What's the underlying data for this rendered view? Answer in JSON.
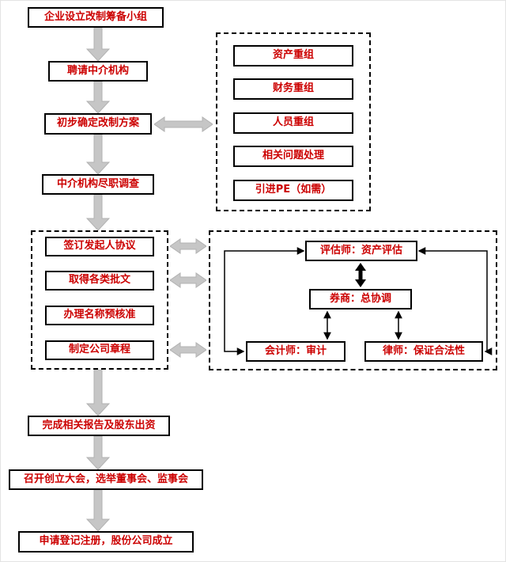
{
  "colors": {
    "text_red": "#cc0000",
    "arrow_gray": "#c6c6c6",
    "line_black": "#000000"
  },
  "main_flow": {
    "step1": "企业设立改制筹备小组",
    "step2": "聘请中介机构",
    "step3": "初步确定改制方案",
    "step4": "中介机构尽职调查",
    "step5": "完成相关报告及股东出资",
    "step6": "召开创立大会，选举董事会、监事会",
    "step7": "申请登记注册，股份公司成立"
  },
  "preparation_group": {
    "items": [
      "签订发起人协议",
      "取得各类批文",
      "办理名称预核准",
      "制定公司章程"
    ]
  },
  "restructure_group": {
    "items": [
      "资产重组",
      "财务重组",
      "人员重组",
      "相关问题处理",
      "引进PE（如需）"
    ]
  },
  "intermediary_group": {
    "appraiser": "评估师：资产评估",
    "broker": "券商：总协调",
    "accountant": "会计师：审计",
    "lawyer": "律师：保证合法性"
  }
}
